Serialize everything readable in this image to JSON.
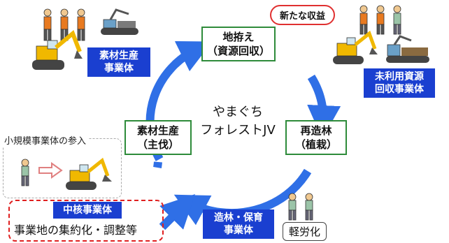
{
  "center_label": [
    "やまぐち",
    "フォレストJV"
  ],
  "steps": {
    "top": [
      "地拵え",
      "（資源回収）"
    ],
    "right": [
      "再造林",
      "（植栽）"
    ],
    "left": [
      "素材生産",
      "（主伐）"
    ]
  },
  "entities": {
    "sozai": [
      "素材生産",
      "事業体"
    ],
    "miriyo": [
      "未利用資源",
      "回収事業体"
    ],
    "zorin": [
      "造林・保育",
      "事業体"
    ],
    "chukaku": "中核事業体"
  },
  "new_revenue": "新たな収益",
  "small_entry": "小規模事業体の参入",
  "consolidation": "事業地の集約化・調整等",
  "labor_saving": "軽労化",
  "colors": {
    "cycle_arrow": "#2f6fe6",
    "box_blue": "#1a3fd0",
    "step_border": "#2e8b3a",
    "accent_red": "#e03030"
  },
  "icons": [
    "forestry-worker-icon",
    "excavator-icon",
    "forwarder-icon",
    "arrow-right-icon"
  ]
}
